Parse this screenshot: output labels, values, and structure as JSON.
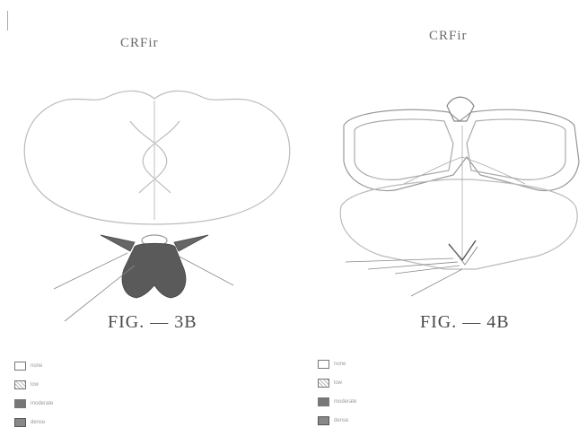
{
  "left_panel": {
    "title": "CRFir",
    "caption": "FIG. — 3B",
    "legend": [
      {
        "label": "none",
        "swatch": "empty"
      },
      {
        "label": "low",
        "swatch": "light"
      },
      {
        "label": "moderate",
        "swatch": "medium"
      },
      {
        "label": "dense",
        "swatch": "dark"
      }
    ]
  },
  "right_panel": {
    "title": "CRFir",
    "caption": "FIG. — 4B",
    "legend": [
      {
        "label": "none",
        "swatch": "empty"
      },
      {
        "label": "low",
        "swatch": "light"
      },
      {
        "label": "moderate",
        "swatch": "medium"
      },
      {
        "label": "dense",
        "swatch": "dark"
      }
    ]
  }
}
